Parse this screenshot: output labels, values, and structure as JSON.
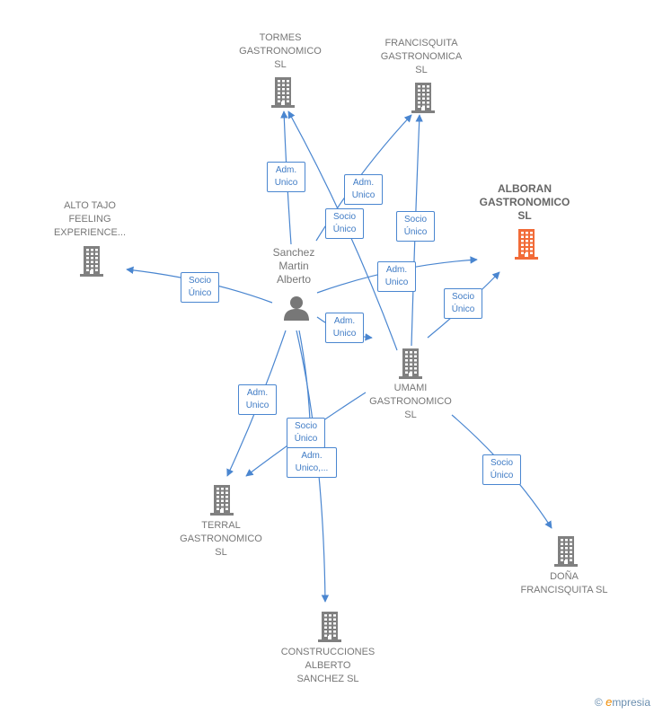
{
  "colors": {
    "edge": "#4a86d0",
    "company": "#808080",
    "highlight": "#f26b38",
    "person": "#777777"
  },
  "nodes": {
    "tormes": {
      "lines": [
        "TORMES",
        "GASTRONOMICO",
        "SL"
      ],
      "icon": "building-icon"
    },
    "francisquita_gastronomica": {
      "lines": [
        "FRANCISQUITA",
        "GASTRONOMICA",
        "SL"
      ],
      "icon": "building-icon"
    },
    "alboran": {
      "lines": [
        "ALBORAN",
        "GASTRONOMICO",
        "SL"
      ],
      "icon": "building-icon",
      "highlight": true
    },
    "alto_tajo": {
      "lines": [
        "ALTO TAJO",
        "FEELING",
        "EXPERIENCE..."
      ],
      "icon": "building-icon"
    },
    "person": {
      "lines": [
        "Sanchez",
        "Martin",
        "Alberto"
      ],
      "icon": "person-icon"
    },
    "umami": {
      "lines": [
        "UMAMI",
        "GASTRONOMICO",
        "SL"
      ],
      "icon": "building-icon"
    },
    "terral": {
      "lines": [
        "TERRAL",
        "GASTRONOMICO",
        "SL"
      ],
      "icon": "building-icon"
    },
    "construcciones": {
      "lines": [
        "CONSTRUCCIONES",
        "ALBERTO",
        "SANCHEZ  SL"
      ],
      "icon": "building-icon"
    },
    "dona_francisquita": {
      "lines": [
        "DOÑA",
        "FRANCISQUITA SL"
      ],
      "icon": "building-icon"
    }
  },
  "edge_labels": {
    "person_tormes": [
      "Adm.",
      "Unico"
    ],
    "umami_tormes": [
      "Socio",
      "Único"
    ],
    "person_francisquita": [
      "Adm.",
      "Unico"
    ],
    "umami_francisquita": [
      "Socio",
      "Único"
    ],
    "person_alboran": [
      "Adm.",
      "Unico"
    ],
    "umami_alboran": [
      "Socio",
      "Único"
    ],
    "person_alto_tajo": [
      "Socio",
      "Único"
    ],
    "person_umami": [
      "Adm.",
      "Unico"
    ],
    "person_terral": [
      "Adm.",
      "Unico"
    ],
    "umami_terral": [
      "Socio",
      "Único"
    ],
    "person_construcciones": [
      "Adm.",
      "Unico,..."
    ],
    "umami_dona": [
      "Socio",
      "Único"
    ]
  },
  "footer": {
    "copyright": "©",
    "brand_first": "e",
    "brand_rest": "mpresia"
  }
}
